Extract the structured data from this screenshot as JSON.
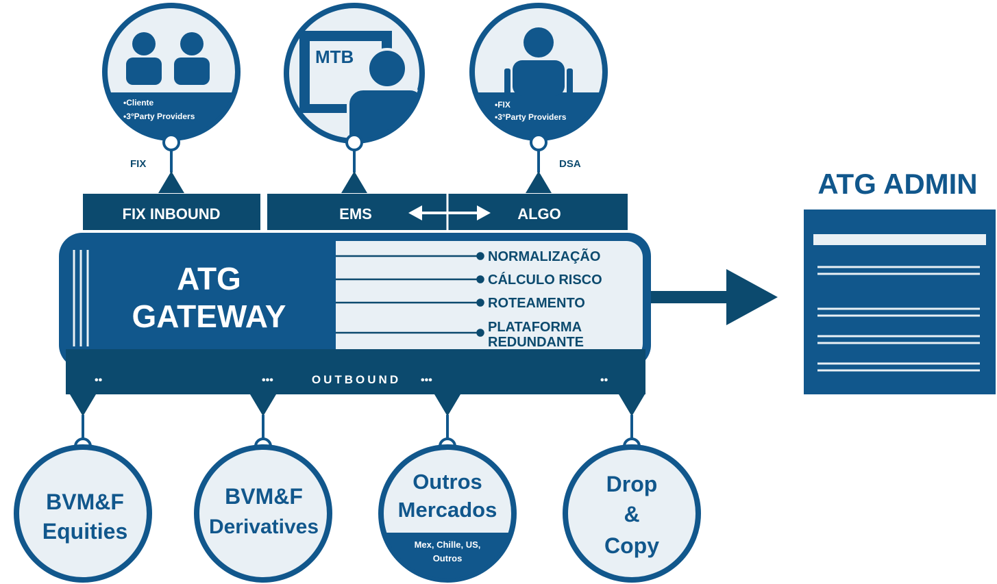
{
  "colors": {
    "dark": "#0c4a6e",
    "blue": "#11578c",
    "mid": "#1a6aa5",
    "light": "#e9f0f5",
    "white": "#ffffff"
  },
  "top_nodes": [
    {
      "id": "fix-client",
      "icon": "two-users-icon",
      "notes": [
        "•Cliente",
        "•3°Party Providers"
      ],
      "connector_label": "FIX"
    },
    {
      "id": "mtb",
      "icon": "monitor-user-icon",
      "screen_label": "MTB"
    },
    {
      "id": "algo-user",
      "icon": "single-user-icon",
      "notes": [
        "•FIX",
        "•3°Party Providers"
      ],
      "connector_label": "DSA"
    }
  ],
  "inbound_bar": {
    "fix_inbound": "FIX INBOUND",
    "ems": "EMS",
    "algo": "ALGO"
  },
  "gateway": {
    "title_line1": "ATG",
    "title_line2": "GATEWAY",
    "features": [
      "NORMALIZAÇÃO",
      "CÁLCULO RISCO",
      "ROTEAMENTO"
    ],
    "feature_multi": [
      "PLATAFORMA",
      "REDUNDANTE"
    ]
  },
  "outbound": {
    "label": "OUTBOUND",
    "dots_small": "••",
    "dots_large": "•••"
  },
  "bottom_nodes": [
    {
      "id": "bvmf-equities",
      "lines": [
        "BVM&F",
        "Equities"
      ]
    },
    {
      "id": "bvmf-derivatives",
      "lines": [
        "BVM&F",
        "Derivatives"
      ]
    },
    {
      "id": "outros-mercados",
      "lines": [
        "Outros",
        "Mercados"
      ],
      "sub": [
        "Mex, Chille, US,",
        "Outros"
      ]
    },
    {
      "id": "drop-copy",
      "lines": [
        "Drop",
        "&",
        "Copy"
      ]
    }
  ],
  "admin": {
    "title": "ATG ADMIN",
    "icon": "document-list-icon"
  }
}
